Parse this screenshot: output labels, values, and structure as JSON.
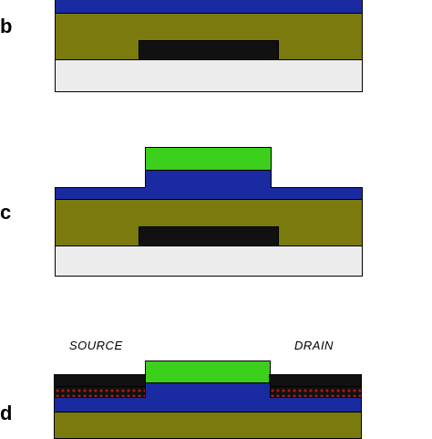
{
  "panels": {
    "b": {
      "label": "b"
    },
    "c": {
      "label": "c"
    },
    "d": {
      "label": "d",
      "source_label": "SOURCE",
      "drain_label": "DRAIN"
    }
  },
  "colors": {
    "substrate": "#ececec",
    "dielectric": "#7a7a0e",
    "gate_metal": "#111111",
    "semiconductor": "#1a2aa0",
    "resist": "#3ccf1c",
    "contact_metal": "#111111",
    "contact_dots": "#8a1010"
  }
}
